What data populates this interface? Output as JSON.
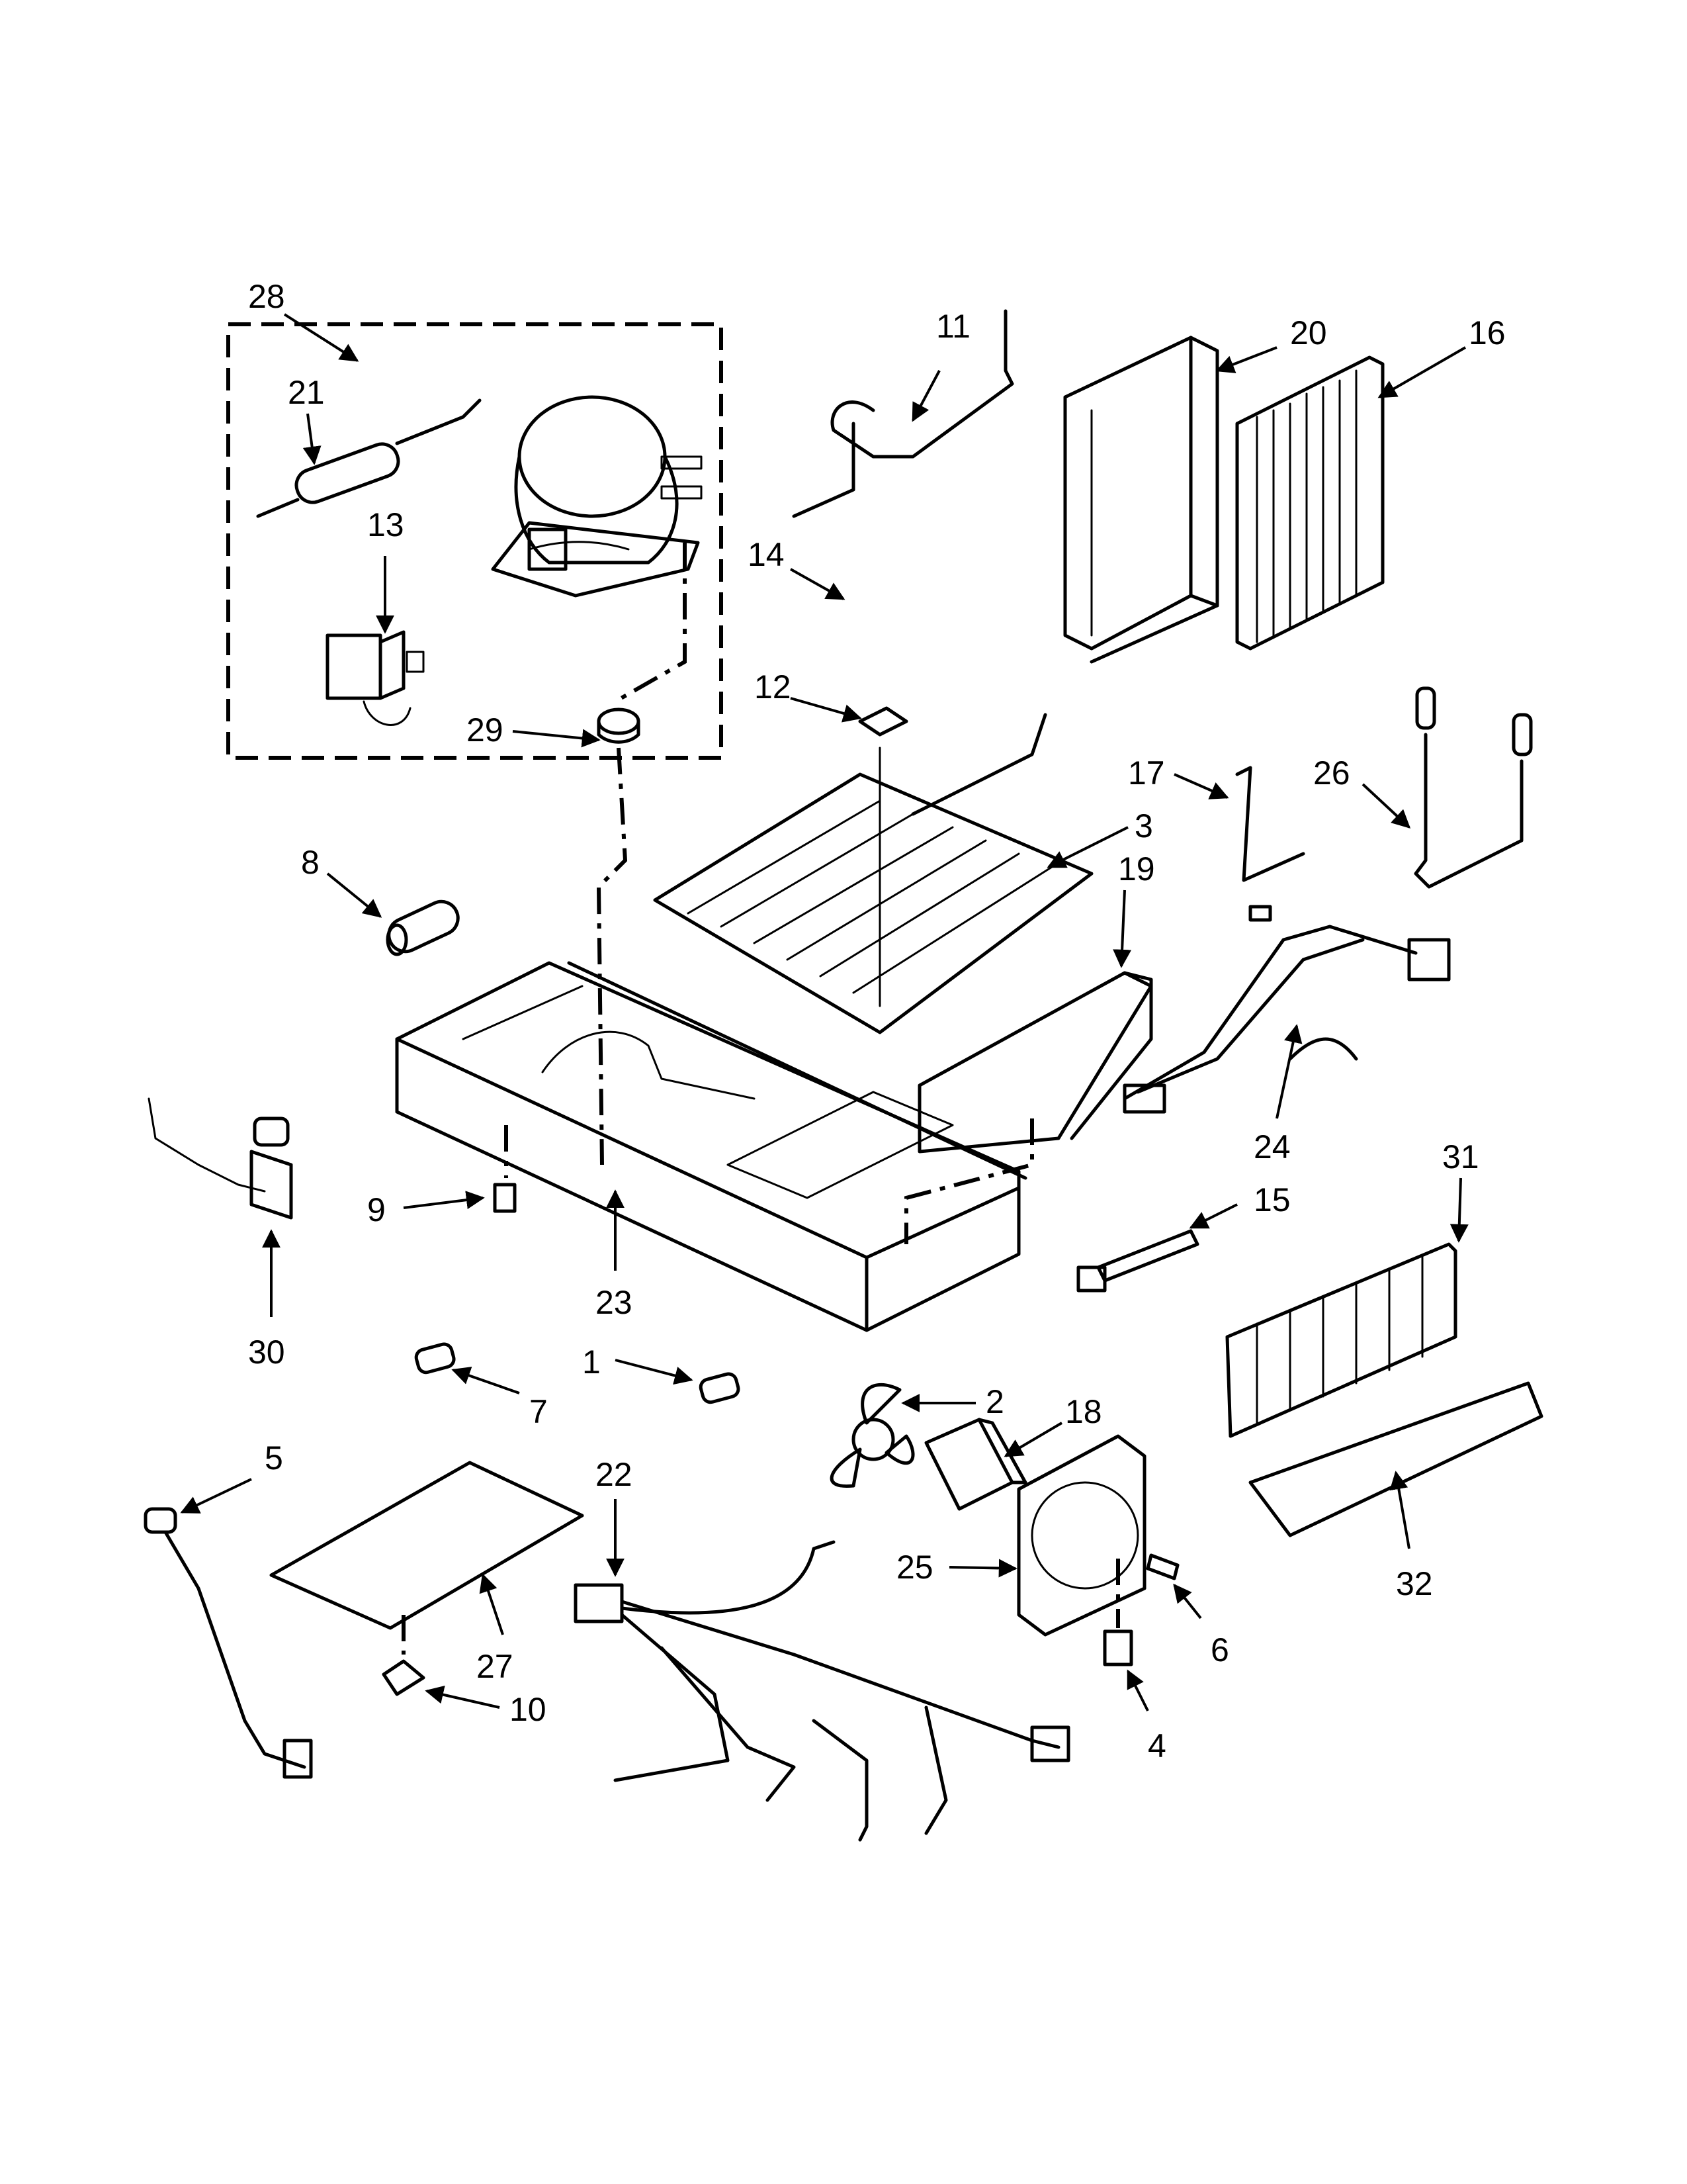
{
  "callouts": [
    "28",
    "21",
    "13",
    "29",
    "11",
    "20",
    "16",
    "14",
    "12",
    "17",
    "26",
    "3",
    "19",
    "8",
    "24",
    "9",
    "23",
    "30",
    "15",
    "31",
    "1",
    "7",
    "2",
    "18",
    "5",
    "22",
    "25",
    "6",
    "32",
    "27",
    "4",
    "10"
  ]
}
